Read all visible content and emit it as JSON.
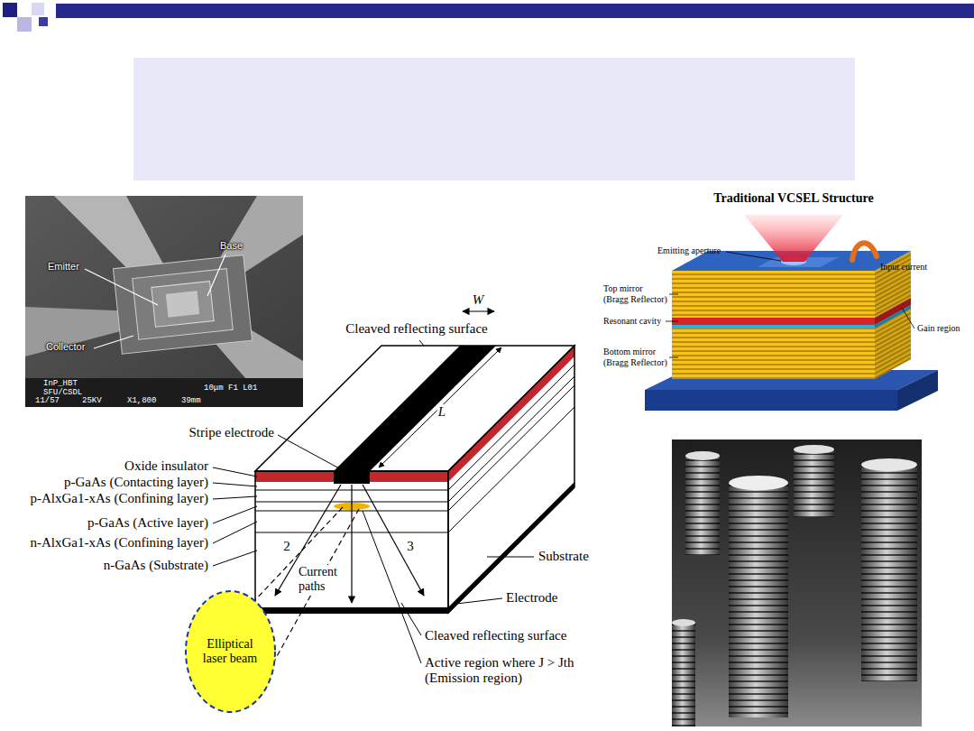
{
  "diagram": {
    "nodes": [
      {
        "text": [
          "Elliptical laser beam"
        ]
      }
    ],
    "labels": [
      "Emitter",
      "Base",
      "Collector",
      "InP_HBT",
      "SFU/CSDL",
      "10μm F1 L01",
      "11/57",
      "25KV",
      "X1,800",
      "39mm",
      "Cleaved reflecting surface",
      "W",
      "L",
      "Stripe electrode",
      "Oxide insulator",
      "p-GaAs (Contacting layer)",
      "p-AlxGa1-xAs (Confining layer)",
      "p-GaAs (Active layer)",
      "n-AlxGa1-xAs (Confining layer)",
      "n-GaAs (Substrate)",
      "2",
      "3",
      "Current paths",
      "Substrate",
      "Electrode",
      "Cleaved reflecting surface",
      "Active region where J > Jth (Emission region)",
      "Traditional VCSEL Structure",
      "Emitting aperture",
      "Input current",
      "Top mirror (Bragg Reflector)",
      "Resonant cavity",
      "Gain region",
      "Bottom mirror (Bragg Reflector)"
    ]
  }
}
